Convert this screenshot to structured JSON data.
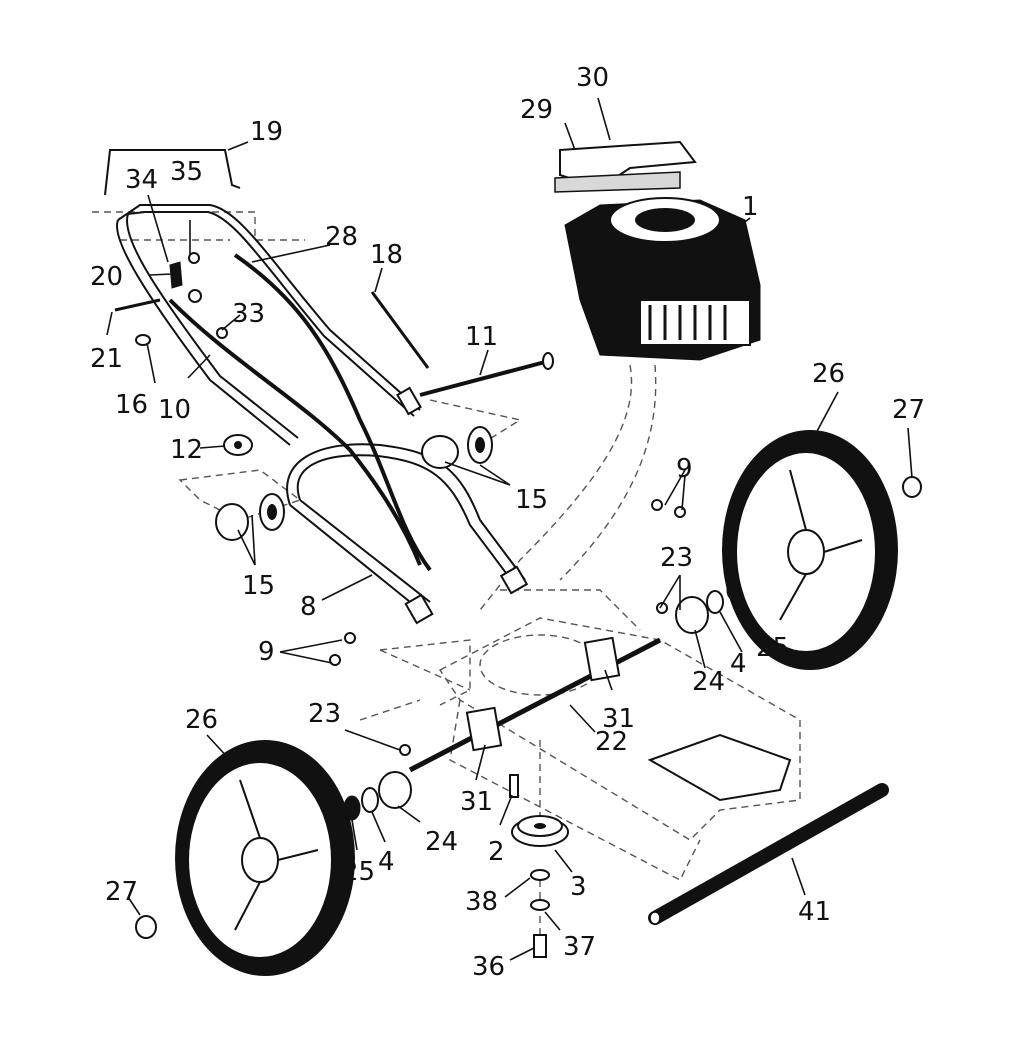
{
  "callouts": {
    "c1": "1",
    "c2": "2",
    "c3": "3",
    "c4a": "4",
    "c4b": "4",
    "c8": "8",
    "c9a": "9",
    "c9b": "9",
    "c10": "10",
    "c11": "11",
    "c12": "12",
    "c15a": "15",
    "c15b": "15",
    "c16": "16",
    "c18": "18",
    "c19": "19",
    "c20": "20",
    "c21": "21",
    "c22": "22",
    "c23a": "23",
    "c23b": "23",
    "c24a": "24",
    "c24b": "24",
    "c25a": "25",
    "c25b": "25",
    "c26a": "26",
    "c26b": "26",
    "c27a": "27",
    "c27b": "27",
    "c28": "28",
    "c29": "29",
    "c30": "30",
    "c31a": "31",
    "c31b": "31",
    "c33": "33",
    "c34": "34",
    "c35": "35",
    "c36": "36",
    "c37": "37",
    "c38": "38",
    "c41": "41"
  }
}
